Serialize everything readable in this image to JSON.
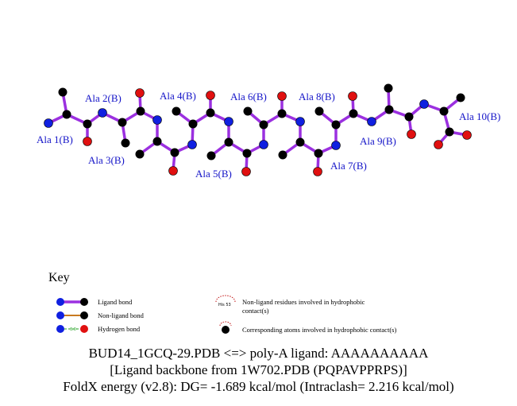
{
  "residue_labels": [
    "Ala 1(B)",
    "Ala 2(B)",
    "Ala 3(B)",
    "Ala 4(B)",
    "Ala 5(B)",
    "Ala 6(B)",
    "Ala 7(B)",
    "Ala 8(B)",
    "Ala 9(B)",
    "Ala 10(B)"
  ],
  "key": {
    "title": "Key",
    "ligand_bond": "Ligand bond",
    "non_ligand_bond": "Non-ligand bond",
    "hydrogen_bond": "Hydrogen bond",
    "hbond_distance": "3.0",
    "hydrophobic_residue_example": "His 53",
    "hydrophobic_residues_line1": "Non-ligand residues involved in hydrophobic",
    "hydrophobic_residues_line2": "contact(s)",
    "hydrophobic_atoms": "Corresponding atoms involved in hydrophobic contact(s)"
  },
  "caption": {
    "line1": "BUD14_1GCQ-29.PDB <=> poly-A ligand: AAAAAAAAAA",
    "line2": "[Ligand backbone from 1W702.PDB (PQPAVPPRPS)]",
    "line3": "FoldX energy (v2.8): DG= -1.689 kcal/mol (Intraclash= 2.216 kcal/mol)"
  },
  "colors": {
    "ligand_bond": "#9b30e0",
    "non_ligand_bond": "#c87a20",
    "hydrogen_bond": "#20a020",
    "carbon": "#000000",
    "nitrogen": "#1020e0",
    "oxygen": "#e01010",
    "label": "#1414c8"
  }
}
